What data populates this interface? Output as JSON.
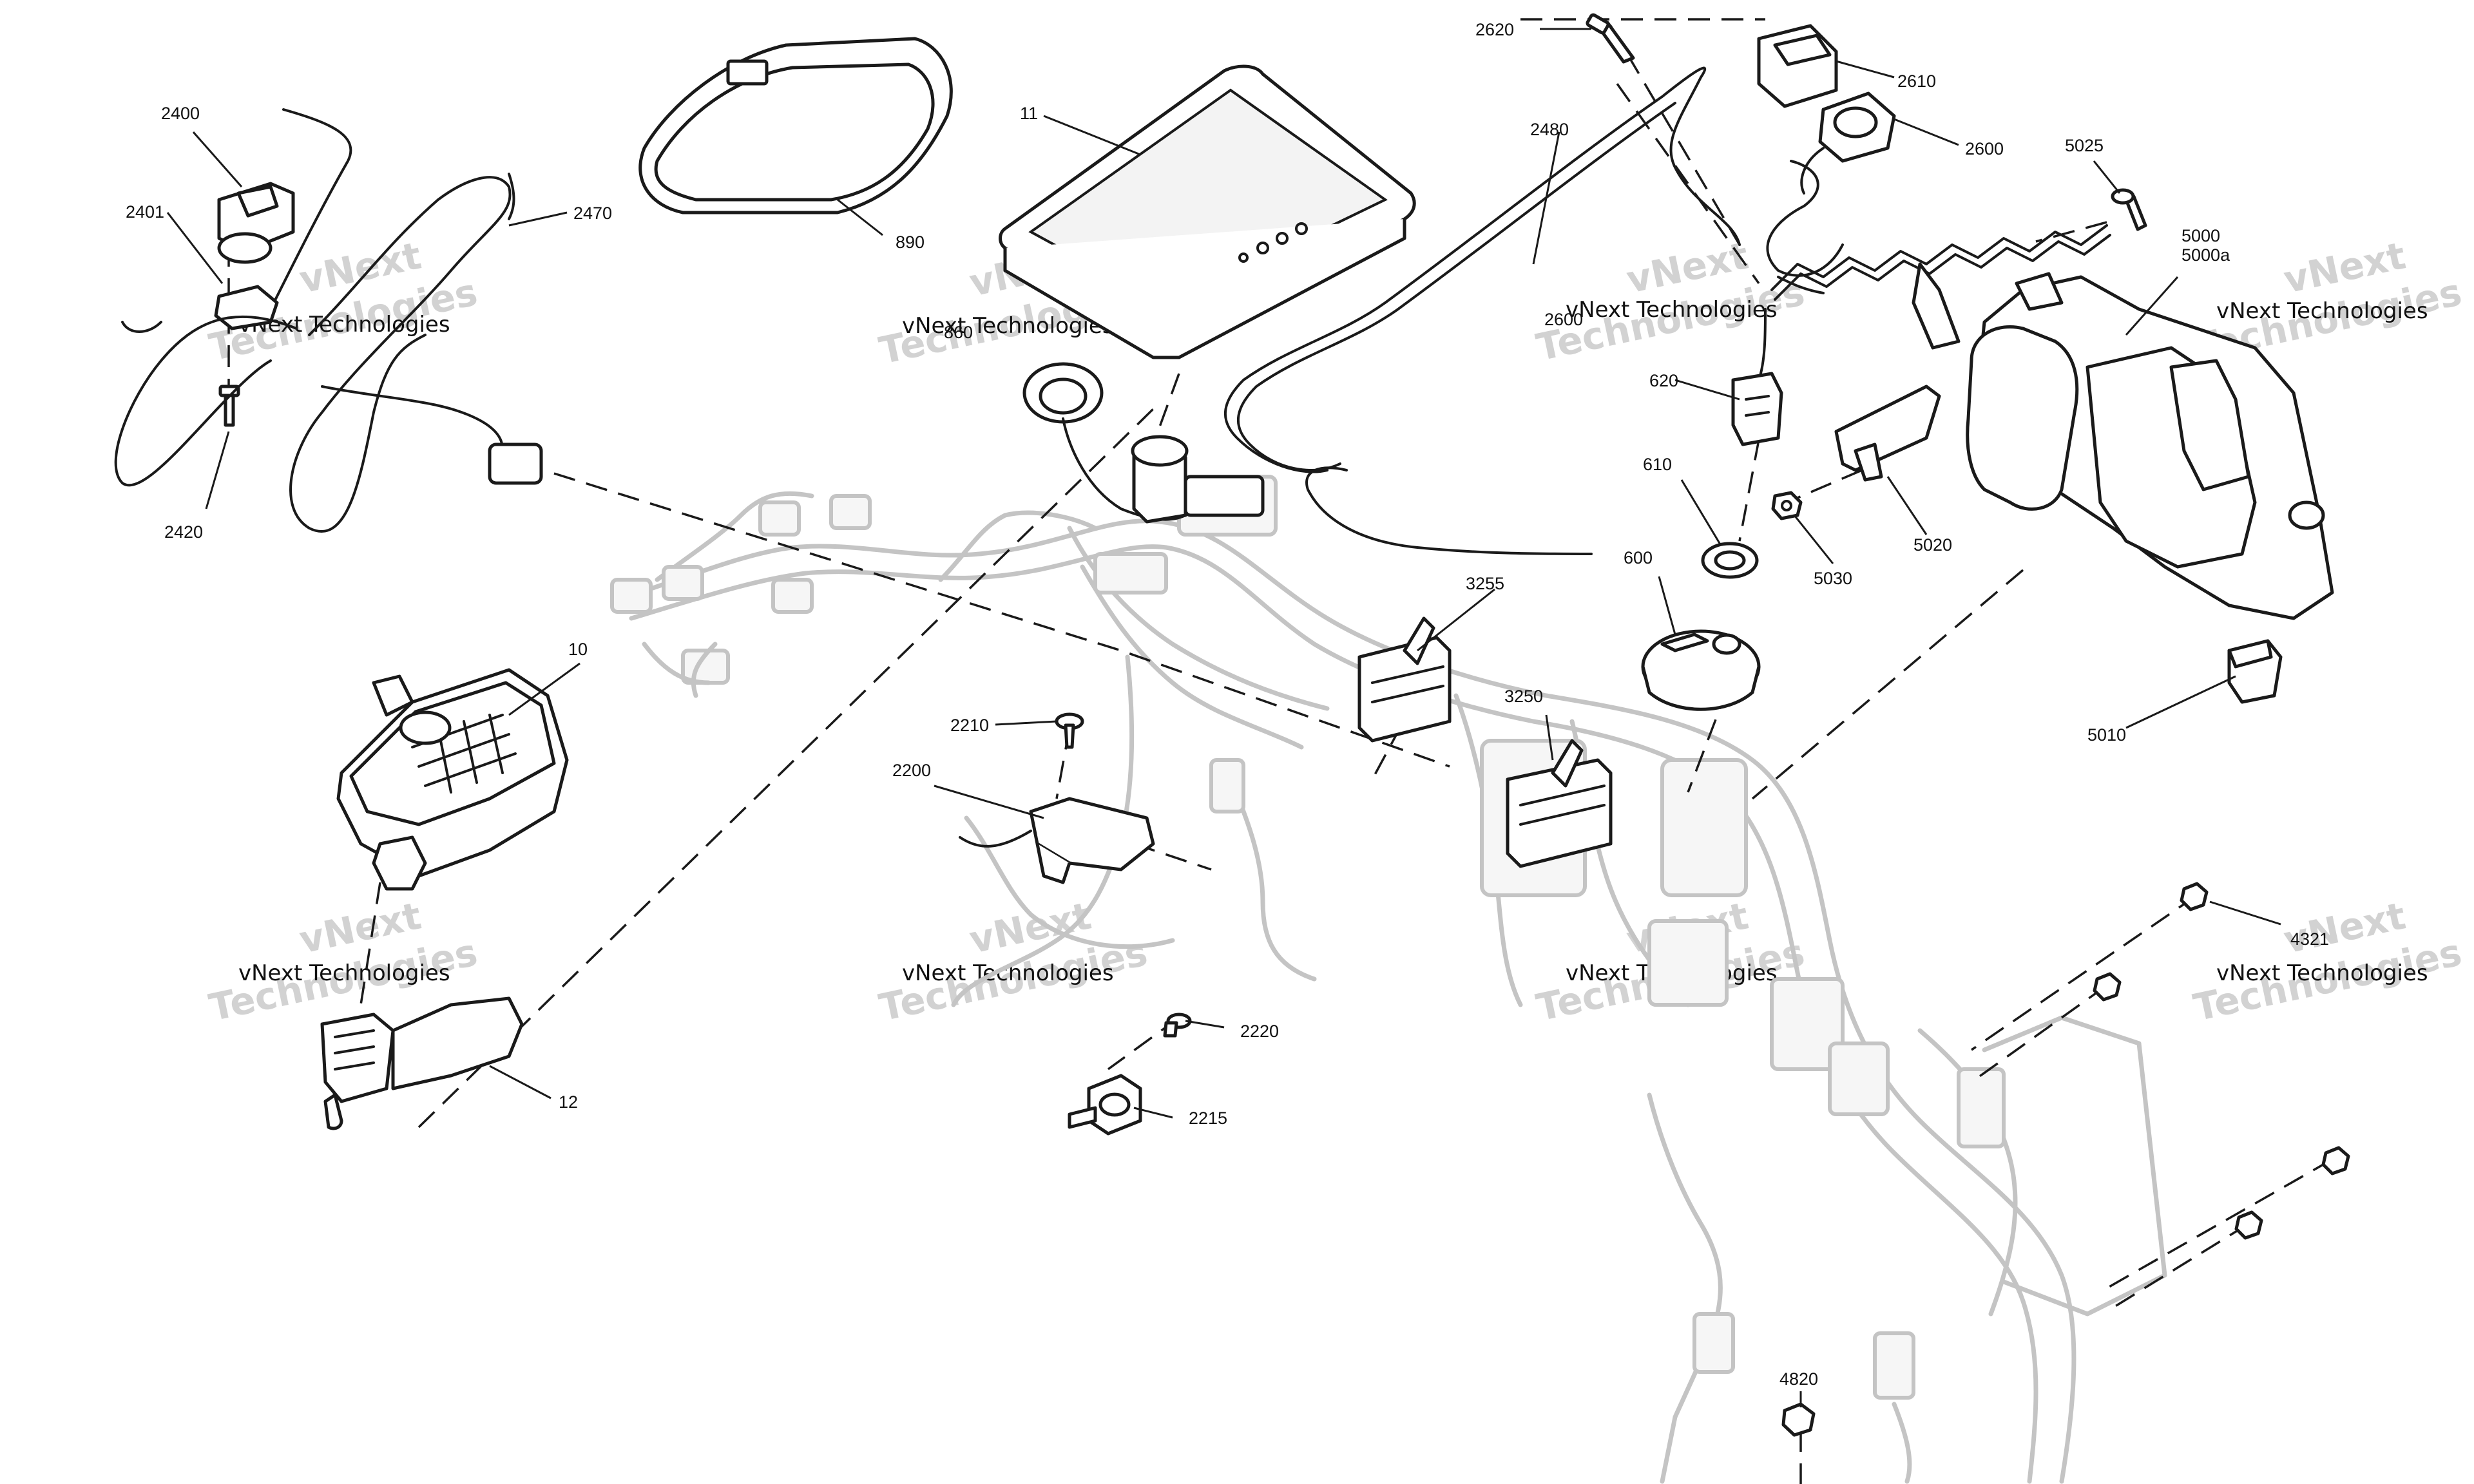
{
  "callouts": {
    "c2400": "2400",
    "c2401": "2401",
    "c2470": "2470",
    "c2420": "2420",
    "c890": "890",
    "c11": "11",
    "c860": "860",
    "c2620": "2620",
    "c2610": "2610",
    "c2600a": "2600",
    "c2480": "2480",
    "c2600b": "2600",
    "c620": "620",
    "c610": "610",
    "c600": "600",
    "c5025": "5025",
    "c5000": "5000",
    "c5000a": "5000a",
    "c5020": "5020",
    "c5030": "5030",
    "c5010": "5010",
    "c10": "10",
    "c3255": "3255",
    "c3250": "3250",
    "c2210": "2210",
    "c2200": "2200",
    "c2220": "2220",
    "c2215": "2215",
    "c12": "12",
    "c4321": "4321",
    "c4820": "4820"
  },
  "watermark": {
    "line1": "vNext Technologies",
    "line2a": "vNext",
    "line2b": "Technologies"
  },
  "colors": {
    "ink": "#1a1a1a",
    "ghost_harness": "#c4c4c4",
    "watermark": "#d2d2d2"
  }
}
